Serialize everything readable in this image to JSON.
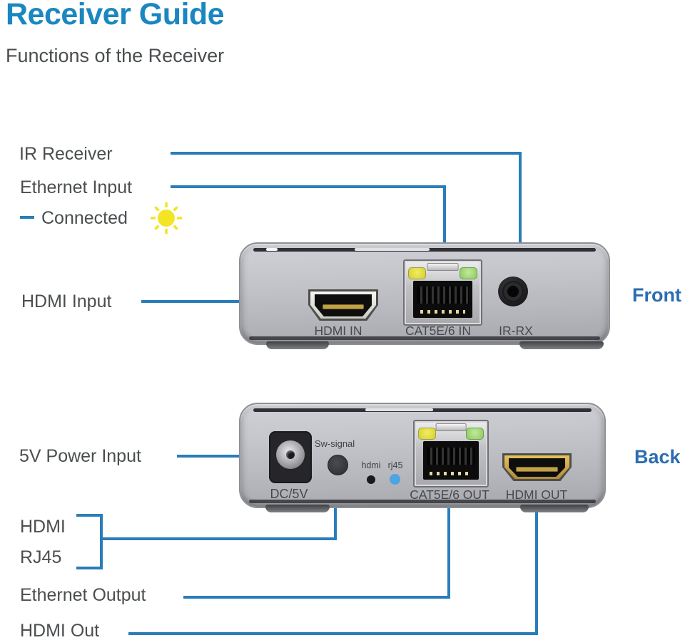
{
  "header": {
    "title": "Receiver Guide",
    "subtitle": "Functions of the Receiver"
  },
  "callouts": {
    "ir_receiver": "IR Receiver",
    "ethernet_input": "Ethernet Input",
    "connected": "Connected",
    "hdmi_input": "HDMI Input",
    "power_5v": "5V Power Input",
    "hdmi": "HDMI",
    "rj45": "RJ45",
    "ethernet_output": "Ethernet Output",
    "hdmi_out": "HDMI Out"
  },
  "front": {
    "view_label": "Front",
    "ports": {
      "hdmi_in": "HDMI IN",
      "cat5e_in": "CAT5E/6 IN",
      "ir_rx": "IR-RX"
    }
  },
  "back": {
    "view_label": "Back",
    "ports": {
      "dc_power": "DC/5V",
      "sw_signal": "Sw-signal",
      "hdmi_indicator": "hdmi",
      "rj45_indicator": "rj45",
      "cat5e_out": "CAT5E/6 OUT",
      "hdmi_out": "HDMI OUT"
    }
  },
  "colors": {
    "title_blue": "#1b87c0",
    "view_label_blue": "#2c6db1",
    "line_blue": "#2a7db8",
    "text_gray": "#4b4e50",
    "sun_yellow": "#f3e426",
    "rj45_indicator_blue": "#4da4e0"
  }
}
